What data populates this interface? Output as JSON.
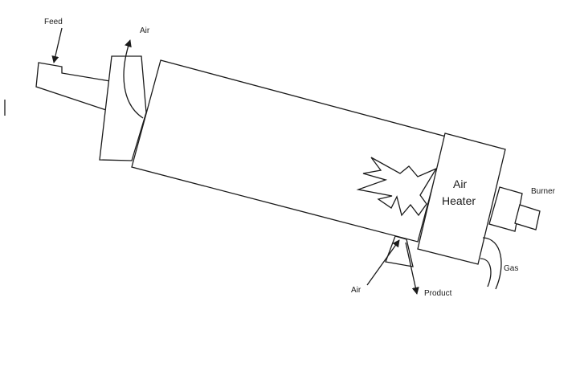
{
  "labels": {
    "feed": "Feed",
    "air_top": "Air",
    "air_heater_line1": "Air",
    "air_heater_line2": "Heater",
    "burner": "Burner",
    "gas": "Gas",
    "air_bottom": "Air",
    "product": "Product"
  },
  "colors": {
    "line": "#1a1a1a",
    "background": "#ffffff"
  }
}
